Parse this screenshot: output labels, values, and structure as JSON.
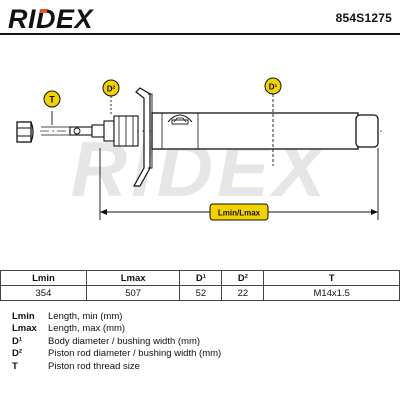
{
  "brand": "RIDEX",
  "watermark": "RIDEX",
  "part_number": "854S1275",
  "diagram_labels": {
    "t": "T",
    "d2": "D²",
    "d1": "D¹",
    "length": "Lmin/Lmax"
  },
  "table": {
    "headers": [
      "Lmin",
      "Lmax",
      "D¹",
      "D²",
      "T"
    ],
    "rows": [
      [
        "354",
        "507",
        "52",
        "22",
        "M14x1.5"
      ]
    ]
  },
  "legend": [
    {
      "symbol": "Lmin",
      "description": "Length, min (mm)"
    },
    {
      "symbol": "Lmax",
      "description": "Length, max (mm)"
    },
    {
      "symbol": "D¹",
      "description": "Body diameter / bushing width (mm)"
    },
    {
      "symbol": "D²",
      "description": "Piston rod diameter / bushing width (mm)"
    },
    {
      "symbol": "T",
      "description": "Piston rod thread size"
    }
  ],
  "colors": {
    "brand_orange": "#e8541e",
    "ink": "#111111",
    "label_yellow": "#f2d200",
    "watermark": "#e6e6e6"
  }
}
